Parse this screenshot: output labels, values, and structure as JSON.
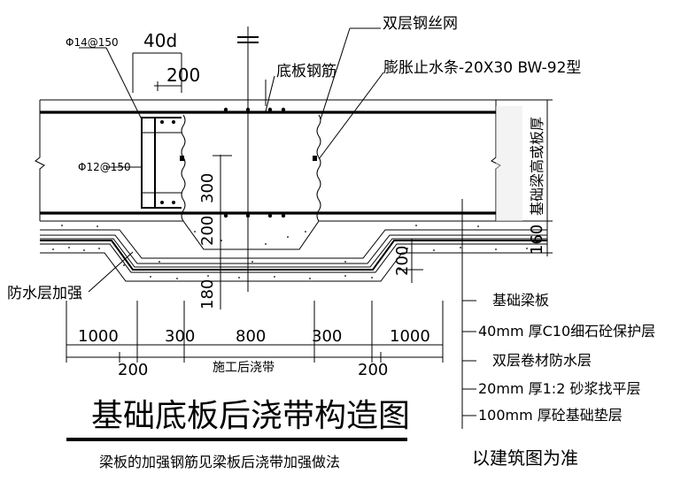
{
  "labels": {
    "rebar_d14": "Φ14@150",
    "dim_40d": "40d",
    "dim_200_top": "200",
    "double_wire_mesh": "双层钢丝网",
    "bottom_rebar": "底板钢筋",
    "waterstop": "膨胀止水条-20X30 BW-92型",
    "rebar_d12": "Φ12@150",
    "dim_300_v": "300",
    "dim_200_v": "200",
    "dim_180_v": "180",
    "dim_200_right": "200",
    "right_dim_text": "基础梁高或板厚",
    "dim_160": "160",
    "waterproof_reinforce": "防水层加强"
  },
  "bottom_dims": {
    "row1": [
      "1000",
      "300",
      "800",
      "300",
      "1000"
    ],
    "row2": [
      "200",
      "200"
    ],
    "pour_strip": "施工后浇带"
  },
  "legend": [
    "基础梁板",
    "40mm  厚C10细石砼保护层",
    "双层卷材防水层",
    "20mm  厚1:2 砂浆找平层",
    "100mm  厚砼基础垫层"
  ],
  "title": "基础底板后浇带构造图",
  "subtitle": "梁板的加强钢筋见梁板后浇带加强做法",
  "side_note": "以建筑图为准"
}
